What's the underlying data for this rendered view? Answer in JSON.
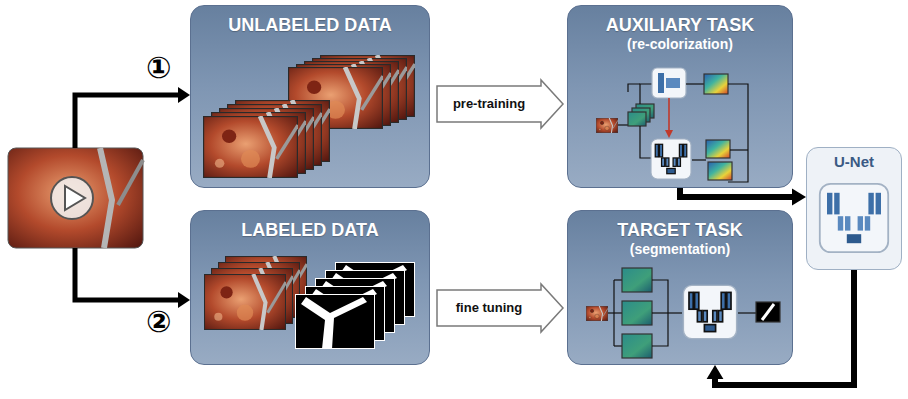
{
  "diagram": {
    "nodes": [
      {
        "text": [
          "UNLABELED DATA"
        ]
      },
      {
        "text": [
          "AUXILIARY TASK",
          "(re-colorization)"
        ]
      },
      {
        "text": [
          "U-Net"
        ]
      },
      {
        "text": [
          "LABELED DATA"
        ]
      },
      {
        "text": [
          "TARGET TASK",
          "(segmentation)"
        ]
      }
    ],
    "edges": [
      {
        "from": 0,
        "to": 1,
        "label": "pre-training",
        "arrow": "to"
      },
      {
        "from": 1,
        "to": 2,
        "arrow": "to"
      },
      {
        "from": 3,
        "to": 4,
        "label": "fine tuning",
        "arrow": "to"
      },
      {
        "from": 2,
        "to": 4,
        "arrow": "to"
      }
    ],
    "labels": [
      "①",
      "②"
    ]
  }
}
